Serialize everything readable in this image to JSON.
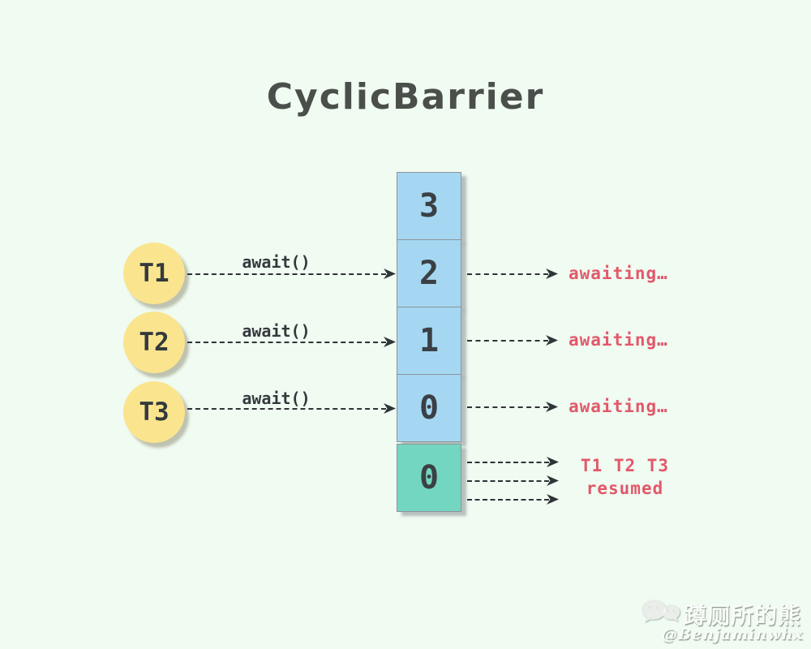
{
  "title": "CyclicBarrier",
  "threads": [
    {
      "name": "T1",
      "call": "await()",
      "status": "awaiting…"
    },
    {
      "name": "T2",
      "call": "await()",
      "status": "awaiting…"
    },
    {
      "name": "T3",
      "call": "await()",
      "status": "awaiting…"
    }
  ],
  "barrier_cells": [
    {
      "value": "3",
      "state": "waiting"
    },
    {
      "value": "2",
      "state": "waiting"
    },
    {
      "value": "1",
      "state": "waiting"
    },
    {
      "value": "0",
      "state": "waiting"
    },
    {
      "value": "0",
      "state": "tripped"
    }
  ],
  "resume": {
    "threads_line": "T1 T2 T3",
    "action_line": "resumed"
  },
  "watermark": {
    "icon": "wechat-chat-bubbles-icon",
    "name": "蹲厕所的熊",
    "handle": "@Benjaminwhx"
  },
  "colors": {
    "background": "#F0FBF1",
    "thread_circle": "#FAE58E",
    "cell_waiting": "#A5D7F2",
    "cell_tripped": "#73D6C0",
    "ink": "#34393D",
    "status_text": "#E2586B",
    "title_ink": "#4A4F4B"
  }
}
